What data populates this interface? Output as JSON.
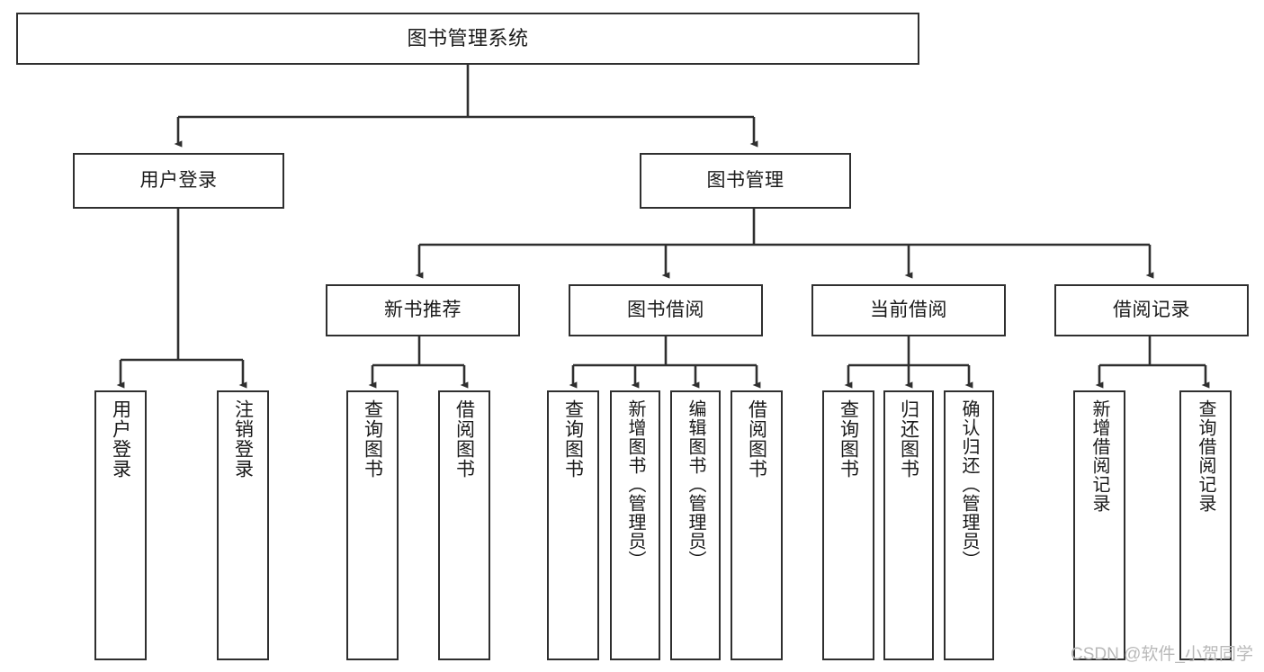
{
  "diagram": {
    "title": "图书管理系统",
    "type": "tree-hierarchy-chart",
    "orientation": "top-down",
    "levels": 4,
    "colors": {
      "box_border": "#2f2f2f",
      "box_fill": "#ffffff",
      "connector": "#2f2f2f",
      "text": "#1a1a1a",
      "watermark": "#b9b9b9",
      "background": "#ffffff"
    }
  },
  "nodes": {
    "root": {
      "id": "root",
      "label": "图书管理系统",
      "level": 0,
      "text_direction": "horizontal"
    },
    "level1": [
      {
        "id": "user-login",
        "label": "用户登录",
        "level": 1,
        "text_direction": "horizontal",
        "parent": "root"
      },
      {
        "id": "book-management",
        "label": "图书管理",
        "level": 1,
        "text_direction": "horizontal",
        "parent": "root"
      }
    ],
    "level2": [
      {
        "id": "new-book-recommend",
        "label": "新书推荐",
        "level": 2,
        "text_direction": "horizontal",
        "parent": "book-management"
      },
      {
        "id": "book-borrow",
        "label": "图书借阅",
        "level": 2,
        "text_direction": "horizontal",
        "parent": "book-management"
      },
      {
        "id": "current-borrow",
        "label": "当前借阅",
        "level": 2,
        "text_direction": "horizontal",
        "parent": "book-management"
      },
      {
        "id": "borrow-record",
        "label": "借阅记录",
        "level": 2,
        "text_direction": "horizontal",
        "parent": "book-management"
      }
    ],
    "leaves": [
      {
        "id": "leaf-user-login",
        "label": "用户登录",
        "level": 2,
        "text_direction": "vertical",
        "parent": "user-login"
      },
      {
        "id": "leaf-user-logout",
        "label": "注销登录",
        "level": 2,
        "text_direction": "vertical",
        "parent": "user-login"
      },
      {
        "id": "leaf-query-book-1",
        "label": "查询图书",
        "level": 3,
        "text_direction": "vertical",
        "parent": "new-book-recommend"
      },
      {
        "id": "leaf-borrow-book-1",
        "label": "借阅图书",
        "level": 3,
        "text_direction": "vertical",
        "parent": "new-book-recommend"
      },
      {
        "id": "leaf-query-book-2",
        "label": "查询图书",
        "level": 3,
        "text_direction": "vertical",
        "parent": "book-borrow"
      },
      {
        "id": "leaf-add-book",
        "label": "新增图书（管理员）",
        "level": 3,
        "text_direction": "vertical",
        "parent": "book-borrow"
      },
      {
        "id": "leaf-edit-book",
        "label": "编辑图书（管理员）",
        "level": 3,
        "text_direction": "vertical",
        "parent": "book-borrow"
      },
      {
        "id": "leaf-borrow-book-2",
        "label": "借阅图书",
        "level": 3,
        "text_direction": "vertical",
        "parent": "book-borrow"
      },
      {
        "id": "leaf-query-book-3",
        "label": "查询图书",
        "level": 3,
        "text_direction": "vertical",
        "parent": "current-borrow"
      },
      {
        "id": "leaf-return-book",
        "label": "归还图书",
        "level": 3,
        "text_direction": "vertical",
        "parent": "current-borrow"
      },
      {
        "id": "leaf-confirm-return",
        "label": "确认归还（管理员）",
        "level": 3,
        "text_direction": "vertical",
        "parent": "current-borrow"
      },
      {
        "id": "leaf-add-record",
        "label": "新增借阅记录",
        "level": 3,
        "text_direction": "vertical",
        "parent": "borrow-record"
      },
      {
        "id": "leaf-query-record",
        "label": "查询借阅记录",
        "level": 3,
        "text_direction": "vertical",
        "parent": "borrow-record"
      }
    ]
  },
  "watermark": {
    "text": "CSDN @软件_小贺同学"
  }
}
